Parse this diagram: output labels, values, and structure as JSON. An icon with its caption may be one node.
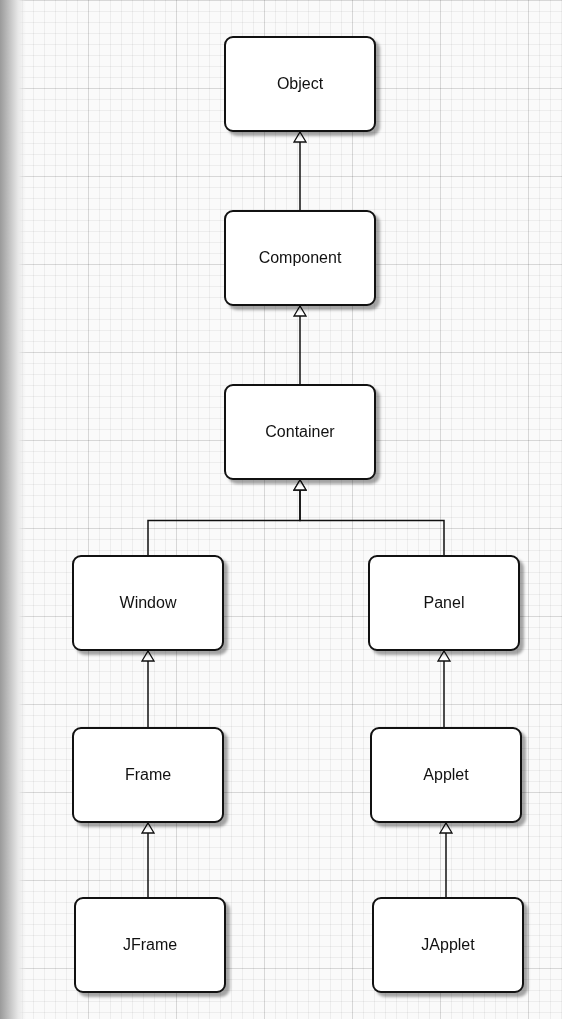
{
  "diagram": {
    "nodes": [
      {
        "text": [
          "Object"
        ]
      },
      {
        "text": [
          "Component"
        ]
      },
      {
        "text": [
          "Container"
        ]
      },
      {
        "text": [
          "Window"
        ]
      },
      {
        "text": [
          "Panel"
        ]
      },
      {
        "text": [
          "Frame"
        ]
      },
      {
        "text": [
          "Applet"
        ]
      },
      {
        "text": [
          "JFrame"
        ]
      },
      {
        "text": [
          "JApplet"
        ]
      }
    ],
    "edges": [
      {
        "from": 1,
        "to": 0,
        "arrow": "to"
      },
      {
        "from": 2,
        "to": 1,
        "arrow": "to"
      },
      {
        "from": 3,
        "to": 2,
        "arrow": "to"
      },
      {
        "from": 4,
        "to": 2,
        "arrow": "to"
      },
      {
        "from": 5,
        "to": 3,
        "arrow": "to"
      },
      {
        "from": 6,
        "to": 4,
        "arrow": "to"
      },
      {
        "from": 7,
        "to": 5,
        "arrow": "to"
      },
      {
        "from": 8,
        "to": 6,
        "arrow": "to"
      }
    ]
  }
}
